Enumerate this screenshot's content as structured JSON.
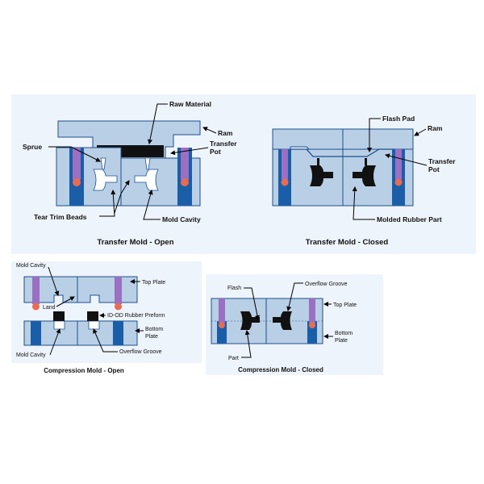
{
  "colors": {
    "plate": "#b8cfe6",
    "plate_stroke": "#1f4f8a",
    "panel": "#eef4fb",
    "pin": "#9b6fc2",
    "pin_tip": "#e86c52",
    "bushing": "#1a5ea8",
    "rubber": "#111111",
    "cavity": "#ffffff"
  },
  "icons": {
    "arrow": "leader-arrow"
  },
  "transfer_open": {
    "caption": "Transfer Mold - Open",
    "labels": {
      "raw_material": "Raw Material",
      "ram": "Ram",
      "transfer": "Transfer",
      "pot": "Pot",
      "sprue": "Sprue",
      "tear_trim_beads": "Tear Trim Beads",
      "mold_cavity": "Mold Cavity"
    }
  },
  "transfer_closed": {
    "caption": "Transfer Mold - Closed",
    "labels": {
      "flash_pad": "Flash Pad",
      "ram": "Ram",
      "transfer": "Transfer",
      "pot": "Pot",
      "molded_rubber_part": "Molded Rubber Part"
    }
  },
  "compression_open": {
    "caption": "Compression Mold - Open",
    "labels": {
      "mold_cavity_top": "Mold Cavity",
      "top_plate": "Top Plate",
      "land": "Land",
      "preform": "ID-OD Rubber Preform",
      "bottom": "Bottom",
      "plate": "Plate",
      "mold_cavity_bottom": "Mold Cavity",
      "overflow_groove": "Overflow Groove"
    }
  },
  "compression_closed": {
    "caption": "Compression Mold - Closed",
    "labels": {
      "flash": "Flash",
      "overflow_groove": "Overflow Groove",
      "top_plate": "Top Plate",
      "bottom": "Bottom",
      "plate": "Plate",
      "part": "Part"
    }
  }
}
